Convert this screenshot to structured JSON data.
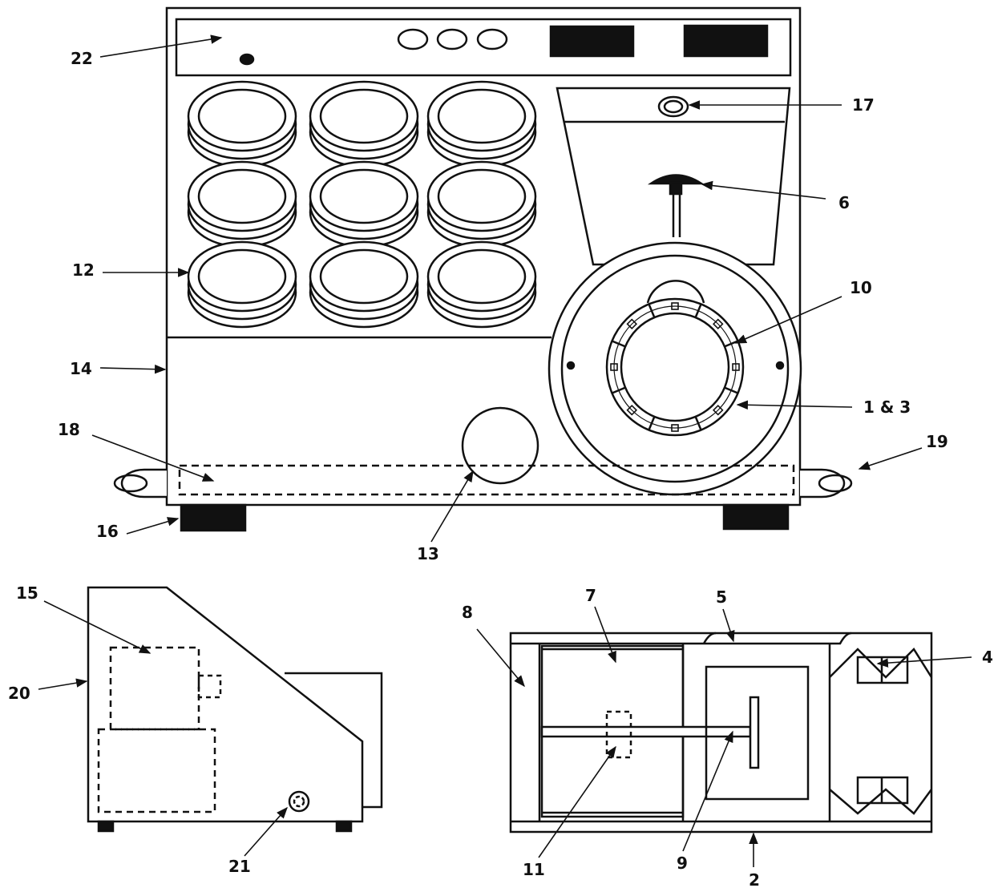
{
  "labels": {
    "l22": "22",
    "l17": "17",
    "l6": "6",
    "l12": "12",
    "l10": "10",
    "l14": "14",
    "l1_3": "1 & 3",
    "l18": "18",
    "l19": "19",
    "l16": "16",
    "l13": "13",
    "l15": "15",
    "l20": "20",
    "l21": "21",
    "l8": "8",
    "l7": "7",
    "l5": "5",
    "l4": "4",
    "l11": "11",
    "l9": "9",
    "l2": "2"
  }
}
